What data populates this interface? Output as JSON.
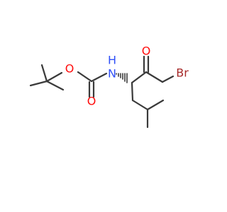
{
  "atoms": {
    "oxygen_ester": {
      "label": "O",
      "color": "#ff0d0d"
    },
    "oxygen_carbonyl": {
      "label": "O",
      "color": "#ff0d0d"
    },
    "nitrogen_amine": {
      "label": "N",
      "color": "#3050f8"
    },
    "hydrogen_amine": {
      "label": "H",
      "color": "#3050f8"
    },
    "oxygen_ketone": {
      "label": "O",
      "color": "#ff0d0d"
    },
    "bromine": {
      "label": "Br",
      "color": "#a62929"
    }
  }
}
